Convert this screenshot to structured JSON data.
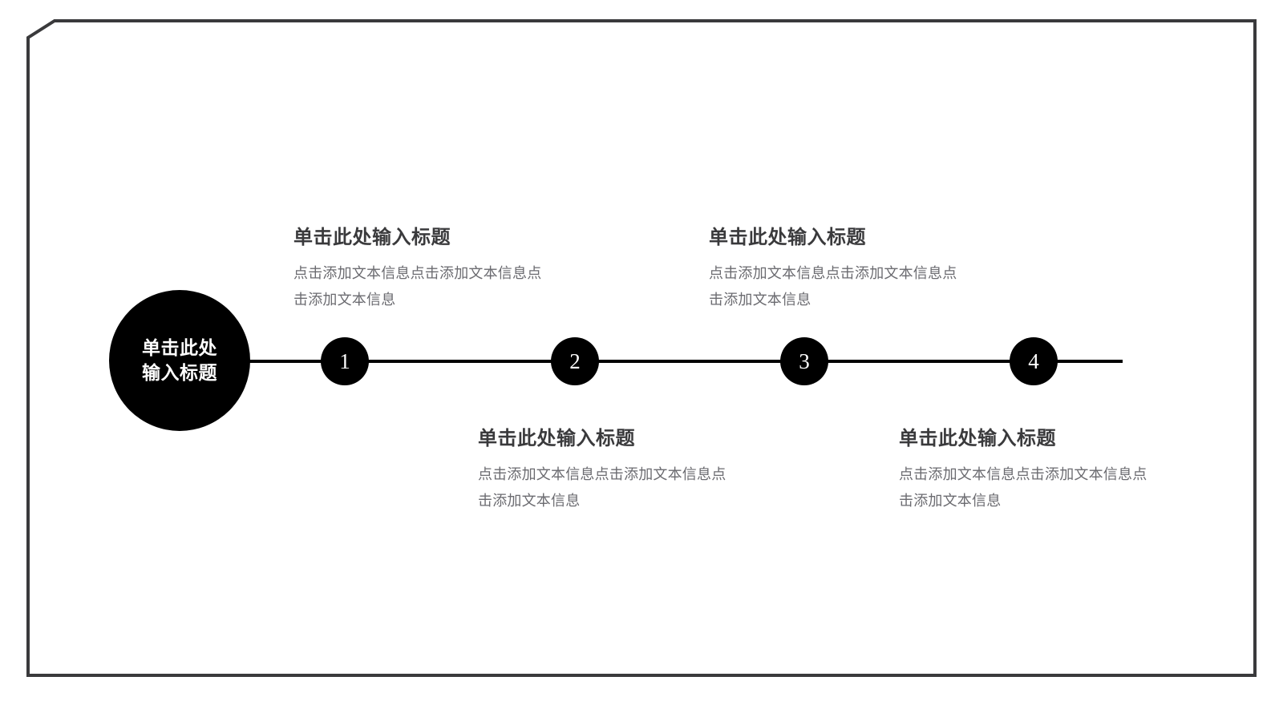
{
  "slide": {
    "background_color": "#ffffff",
    "frame_color": "#3a3a3c",
    "accent_color": "#000000",
    "title_color": "#3a3a3c",
    "body_color": "#6b6b70"
  },
  "hub": {
    "line1": "单击此处",
    "line2": "输入标题"
  },
  "nodes": [
    {
      "number": "1"
    },
    {
      "number": "2"
    },
    {
      "number": "3"
    },
    {
      "number": "4"
    }
  ],
  "blocks": [
    {
      "title": "单击此处输入标题",
      "body_line1": "点击添加文本信息点击添加文本信息点",
      "body_line2": "击添加文本信息"
    },
    {
      "title": "单击此处输入标题",
      "body_line1": "点击添加文本信息点击添加文本信息点",
      "body_line2": "击添加文本信息"
    },
    {
      "title": "单击此处输入标题",
      "body_line1": "点击添加文本信息点击添加文本信息点",
      "body_line2": "击添加文本信息"
    },
    {
      "title": "单击此处输入标题",
      "body_line1": "点击添加文本信息点击添加文本信息点",
      "body_line2": "击添加文本信息"
    }
  ]
}
